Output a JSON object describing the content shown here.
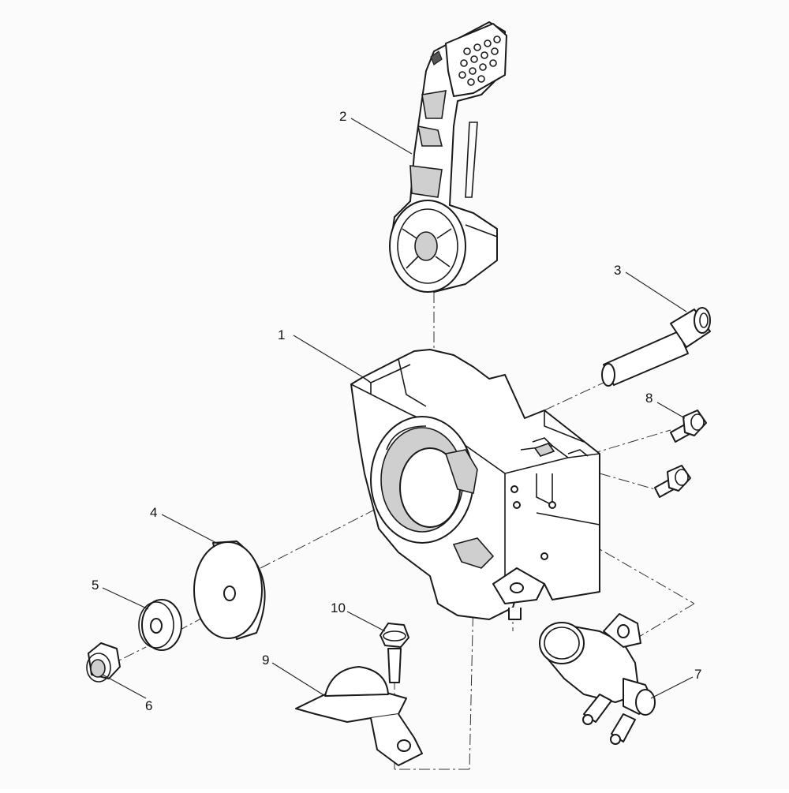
{
  "diagram": {
    "callouts": [
      {
        "id": "1",
        "label": "1"
      },
      {
        "id": "2",
        "label": "2"
      },
      {
        "id": "3",
        "label": "3"
      },
      {
        "id": "4",
        "label": "4"
      },
      {
        "id": "5",
        "label": "5"
      },
      {
        "id": "6",
        "label": "6"
      },
      {
        "id": "7",
        "label": "7"
      },
      {
        "id": "8",
        "label": "8"
      },
      {
        "id": "9",
        "label": "9"
      },
      {
        "id": "10",
        "label": "10"
      }
    ],
    "colors": {
      "background": "#fbfbfb",
      "line": "#1a1a1a",
      "shade": "#cfcfcf"
    }
  }
}
